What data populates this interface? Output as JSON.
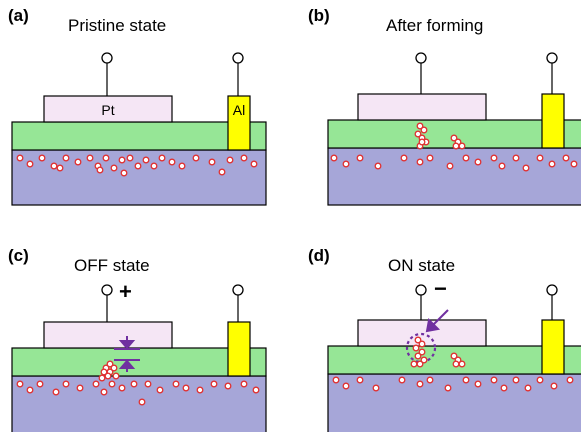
{
  "panels": [
    {
      "tag": "(a)",
      "title": "Pristine state",
      "top_label": "Pt",
      "side_label": "Al",
      "sign": ""
    },
    {
      "tag": "(b)",
      "title": "After forming",
      "top_label": "",
      "side_label": "",
      "sign": ""
    },
    {
      "tag": "(c)",
      "title": "OFF state",
      "top_label": "",
      "side_label": "",
      "sign": "+"
    },
    {
      "tag": "(d)",
      "title": "ON state",
      "top_label": "",
      "side_label": "",
      "sign": "−"
    }
  ],
  "colors": {
    "top_electrode": "#f5e6f5",
    "oxide": "#96e696",
    "substrate": "#a6a6d8",
    "side_electrode": "#ffff00",
    "vacancy": "#e03030",
    "annotation": "#7030a0"
  }
}
